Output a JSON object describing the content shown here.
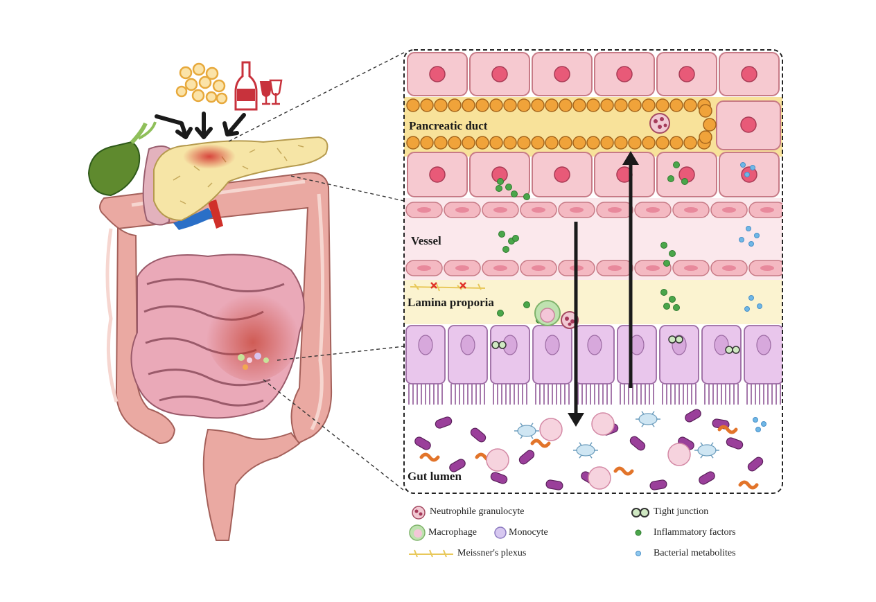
{
  "panel_labels": {
    "pancreatic_duct": "Pancreatic duct",
    "vessel": "Vessel",
    "lamina_propria": "Lamina proporia",
    "gut_lumen": "Gut lumen"
  },
  "legend": {
    "neutrophil": "Neutrophile granulocyte",
    "macrophage": "Macrophage",
    "monocyte": "Monocyte",
    "meissner": "Meissner's plexus",
    "tight_junction": "Tight junction",
    "inflammatory": "Inflammatory factors",
    "bacterial": "Bacterial metabolites"
  },
  "colors": {
    "epithelium_pink": "#f6c9d0",
    "nucleus": "#e85a78",
    "duct_yellow": "#f8e29a",
    "duct_cell_orange": "#f0a33a",
    "intestinal_cell_lilac": "#e9c6ec",
    "inflammatory_green": "#4aa64a",
    "bacterial_blue": "#6fb7e6",
    "intestine_pink": "#e9a7a7",
    "pancreas_yellow": "#f7e7a8"
  }
}
